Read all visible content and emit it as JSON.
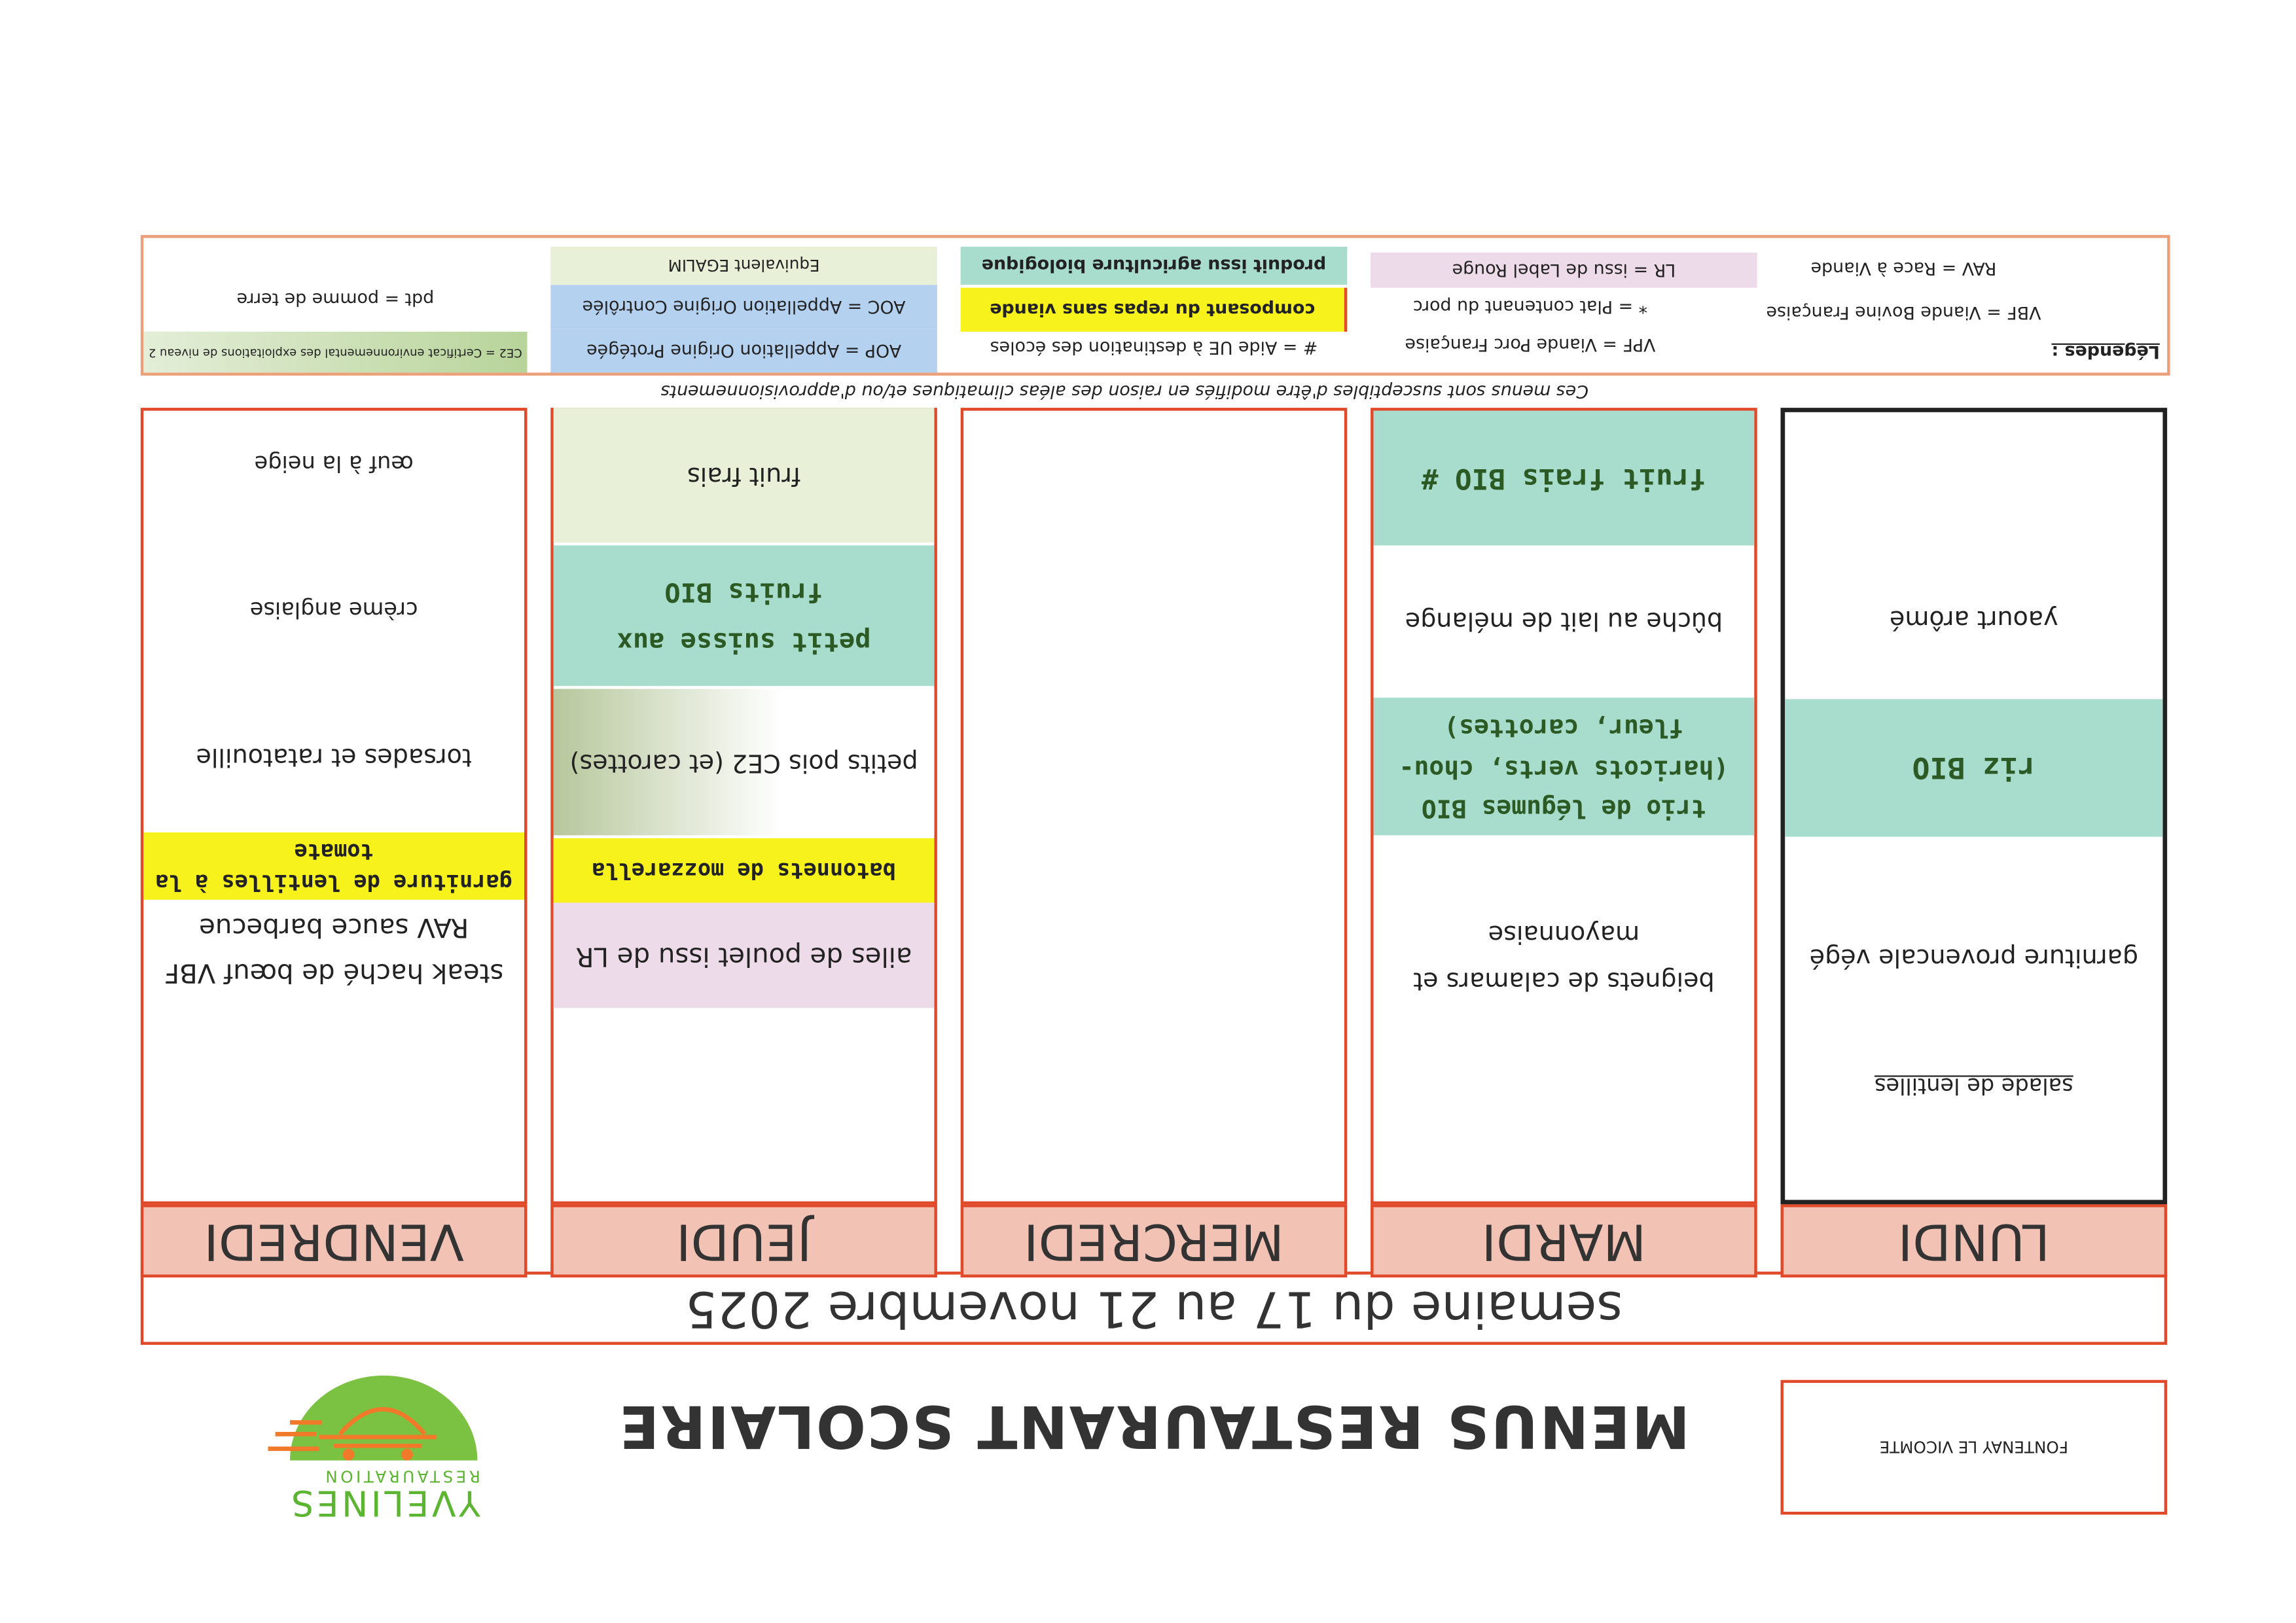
{
  "header": {
    "location": "FONTENAY LE VICOMTE",
    "title": "MENUS RESTAURANT SCOLAIRE",
    "logo_text": [
      "YVELINES",
      "RESTAURATION"
    ],
    "week": "semaine du 17 au 21 novembre 2025"
  },
  "days": [
    {
      "name": "LUNDI",
      "items": [
        "salade de lentilles",
        "garniture provencale végé",
        "riz BIO",
        "yaourt arômé"
      ]
    },
    {
      "name": "MARDI",
      "items": [
        "beignets de calamars et mayonnaise",
        "trio de légumes BIO (haricots verts, chou-fleur, carottes)",
        "bûche au lait de mélange",
        "fruit frais BIO #"
      ]
    },
    {
      "name": "MERCREDI",
      "items": []
    },
    {
      "name": "JEUDI",
      "items": [
        "ailes de poulet issu de LR",
        "batonnets de mozzarella",
        "petits pois CE2 (et carottes)",
        "petit suisse aux fruits BIO",
        "fruit frais"
      ]
    },
    {
      "name": "VENDREDI",
      "items": [
        "steak haché de bœuf VBF RAV sauce barbecue",
        "garniture de lentilles à la tomate",
        "torsades et ratatouille",
        "crème anglaise",
        "œuf à la neige"
      ]
    }
  ],
  "note": "Ces menus sont susceptibles d'être modifiés en raison des aléas climatiques et/ou d'approvisionnements",
  "legend": {
    "title": "Légendes :",
    "vbf": "VBF = Viande Bovine Française",
    "rav": "RAV = Race à Viande",
    "vpf": "VPF = Viande Porc Française",
    "porc": "* = Plat contenant du porc",
    "lr": "LR = issu de Label Rouge",
    "ue": "# = Aide UE à destination des écoles",
    "sans_viande": "composant du repas sans viande",
    "bio": "produit issu agriculture biologique",
    "aop": "AOP = Appellation Origine Protégée",
    "aoc": "AOC = Appellation Origine Contrôlée",
    "egalim": "Equivalent EGALIM",
    "ce2": "CE2 = Certificat environnemental des exploitations de niveau 2",
    "pdt": "pdt = pomme de terre"
  },
  "colors": {
    "border": "#e04a2a",
    "day_header": "#f2c2b4",
    "bio": "#a8dccc",
    "sans_viande": "#f7f21b",
    "label_rouge": "#eedbe9",
    "egalim": "#e8f0d8",
    "aop_aoc": "#b5d1f0"
  }
}
